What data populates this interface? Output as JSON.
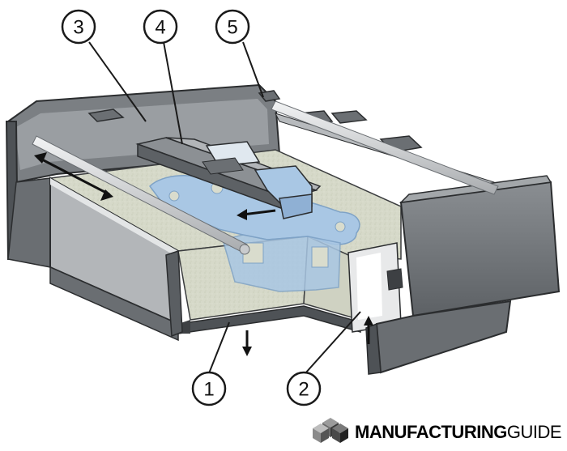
{
  "callouts": [
    {
      "id": "1",
      "label": "1"
    },
    {
      "id": "2",
      "label": "2"
    },
    {
      "id": "3",
      "label": "3"
    },
    {
      "id": "4",
      "label": "4"
    },
    {
      "id": "5",
      "label": "5"
    }
  ],
  "logo": {
    "bold_part": "MANUFACTURING",
    "light_part": "GUIDE"
  },
  "colors": {
    "frame_dark": "#55595c",
    "frame_mid": "#7a7e82",
    "frame_light": "#a3a7aa",
    "powder": "#d9dccd",
    "part_blue": "#a9c7e4",
    "rod": "#d7d9db"
  }
}
